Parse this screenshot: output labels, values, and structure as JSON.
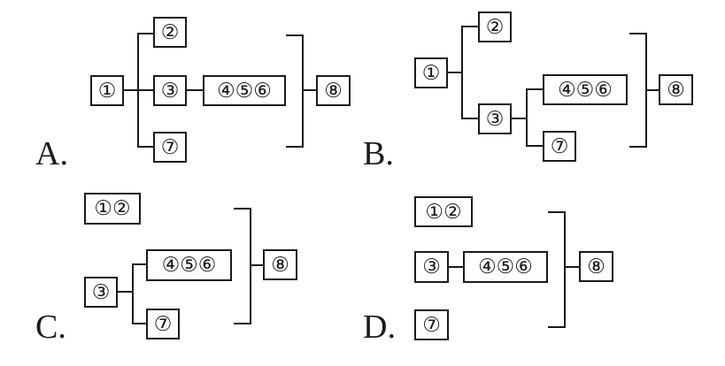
{
  "options": {
    "A": {
      "label": "A.",
      "boxes": {
        "one": "①",
        "two": "②",
        "three": "③",
        "fourfivesix": "④⑤⑥",
        "seven": "⑦",
        "eight": "⑧"
      }
    },
    "B": {
      "label": "B.",
      "boxes": {
        "one": "①",
        "two": "②",
        "three": "③",
        "fourfivesix": "④⑤⑥",
        "seven": "⑦",
        "eight": "⑧"
      }
    },
    "C": {
      "label": "C.",
      "boxes": {
        "onetwo": "①②",
        "three": "③",
        "fourfivesix": "④⑤⑥",
        "seven": "⑦",
        "eight": "⑧"
      }
    },
    "D": {
      "label": "D.",
      "boxes": {
        "onetwo": "①②",
        "three": "③",
        "fourfivesix": "④⑤⑥",
        "seven": "⑦",
        "eight": "⑧"
      }
    }
  }
}
